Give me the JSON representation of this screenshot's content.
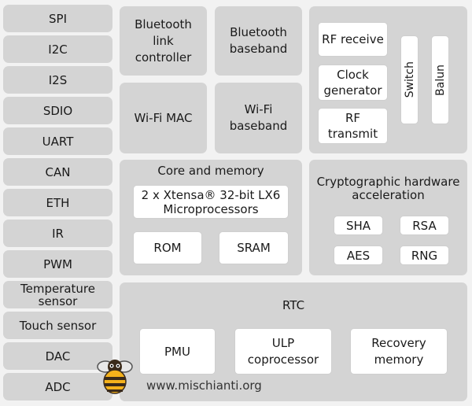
{
  "peripherals": [
    "SPI",
    "I2C",
    "I2S",
    "SDIO",
    "UART",
    "CAN",
    "ETH",
    "IR",
    "PWM",
    "Temperature\nsensor",
    "Touch sensor",
    "DAC",
    "ADC"
  ],
  "bluetooth": {
    "link_controller": "Bluetooth\nlink\ncontroller",
    "baseband": "Bluetooth\nbaseband"
  },
  "wifi": {
    "mac": "Wi-Fi MAC",
    "baseband": "Wi-Fi\nbaseband"
  },
  "rf": {
    "receive": "RF receive",
    "clock": "Clock\ngenerator",
    "transmit": "RF\ntransmit",
    "switch": "Switch",
    "balun": "Balun"
  },
  "core": {
    "title": "Core and memory",
    "cpu": "2 x Xtensa® 32-bit LX6\nMicroprocessors",
    "rom": "ROM",
    "sram": "SRAM"
  },
  "crypto": {
    "title": "Cryptographic hardware\nacceleration",
    "sha": "SHA",
    "rsa": "RSA",
    "aes": "AES",
    "rng": "RNG"
  },
  "rtc": {
    "title": "RTC",
    "pmu": "PMU",
    "ulp": "ULP\ncoprocessor",
    "recovery": "Recovery\nmemory"
  },
  "watermark": "www.mischianti.org"
}
